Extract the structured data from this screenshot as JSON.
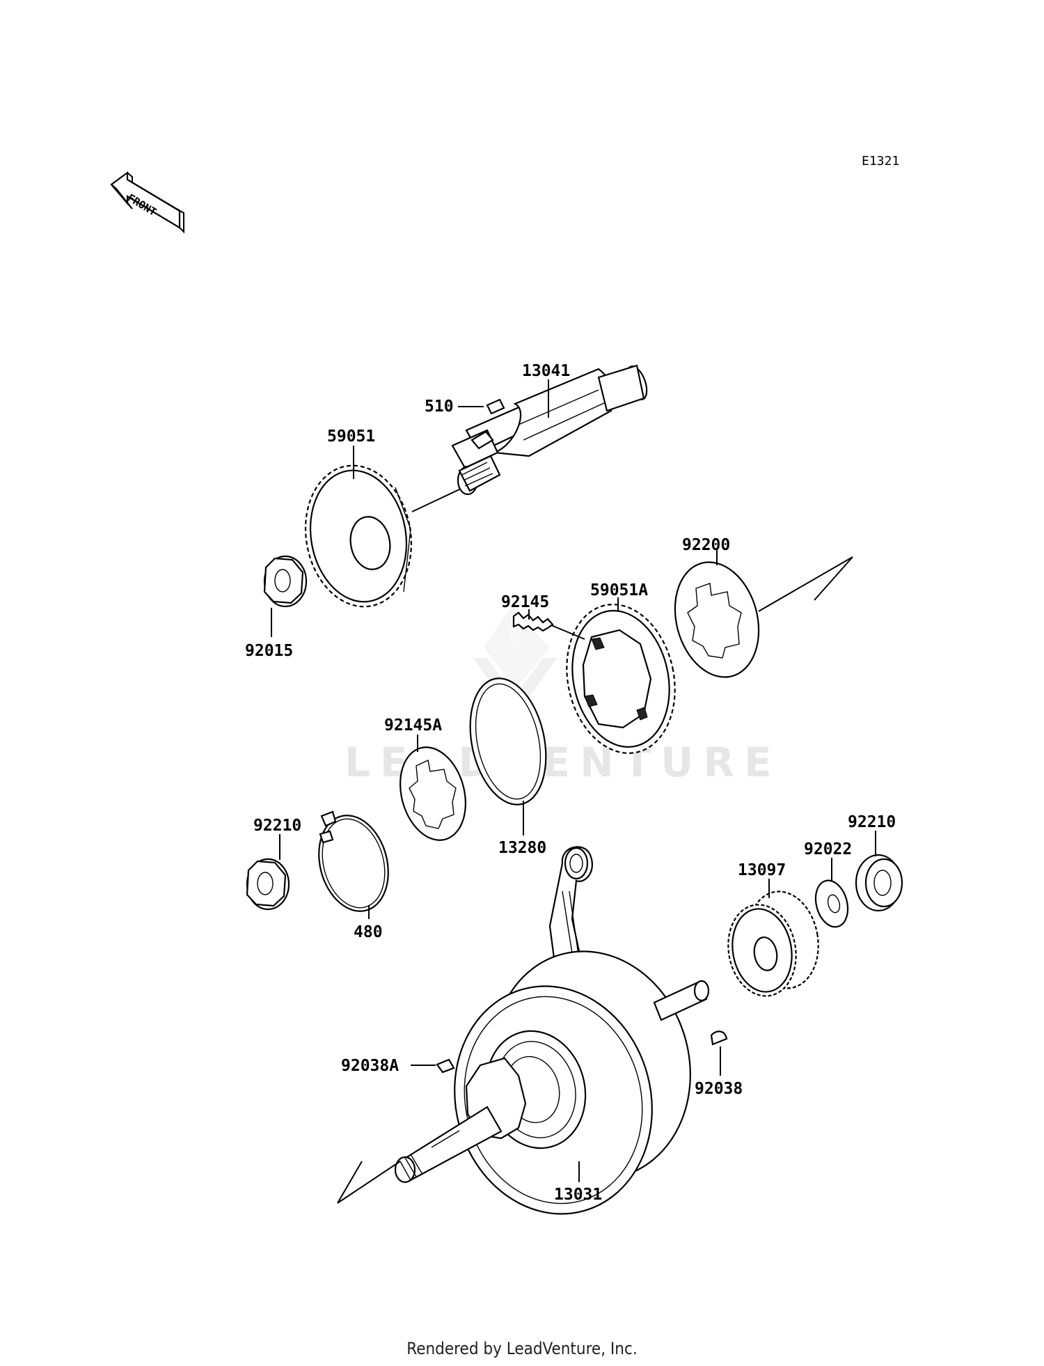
{
  "diagram_code": "E1321",
  "front_label": "FRONT",
  "watermark": "LEADVENTURE",
  "footer": "Rendered by LeadVenture, Inc.",
  "parts": {
    "p13041": "13041",
    "p510": "510",
    "p59051": "59051",
    "p92015": "92015",
    "p92200": "92200",
    "p59051A": "59051A",
    "p92145": "92145",
    "p92145A": "92145A",
    "p13280": "13280",
    "p92210a": "92210",
    "p480": "480",
    "p92210b": "92210",
    "p92022": "92022",
    "p13097": "13097",
    "p92038A": "92038A",
    "p92038": "92038",
    "p13031": "13031"
  }
}
